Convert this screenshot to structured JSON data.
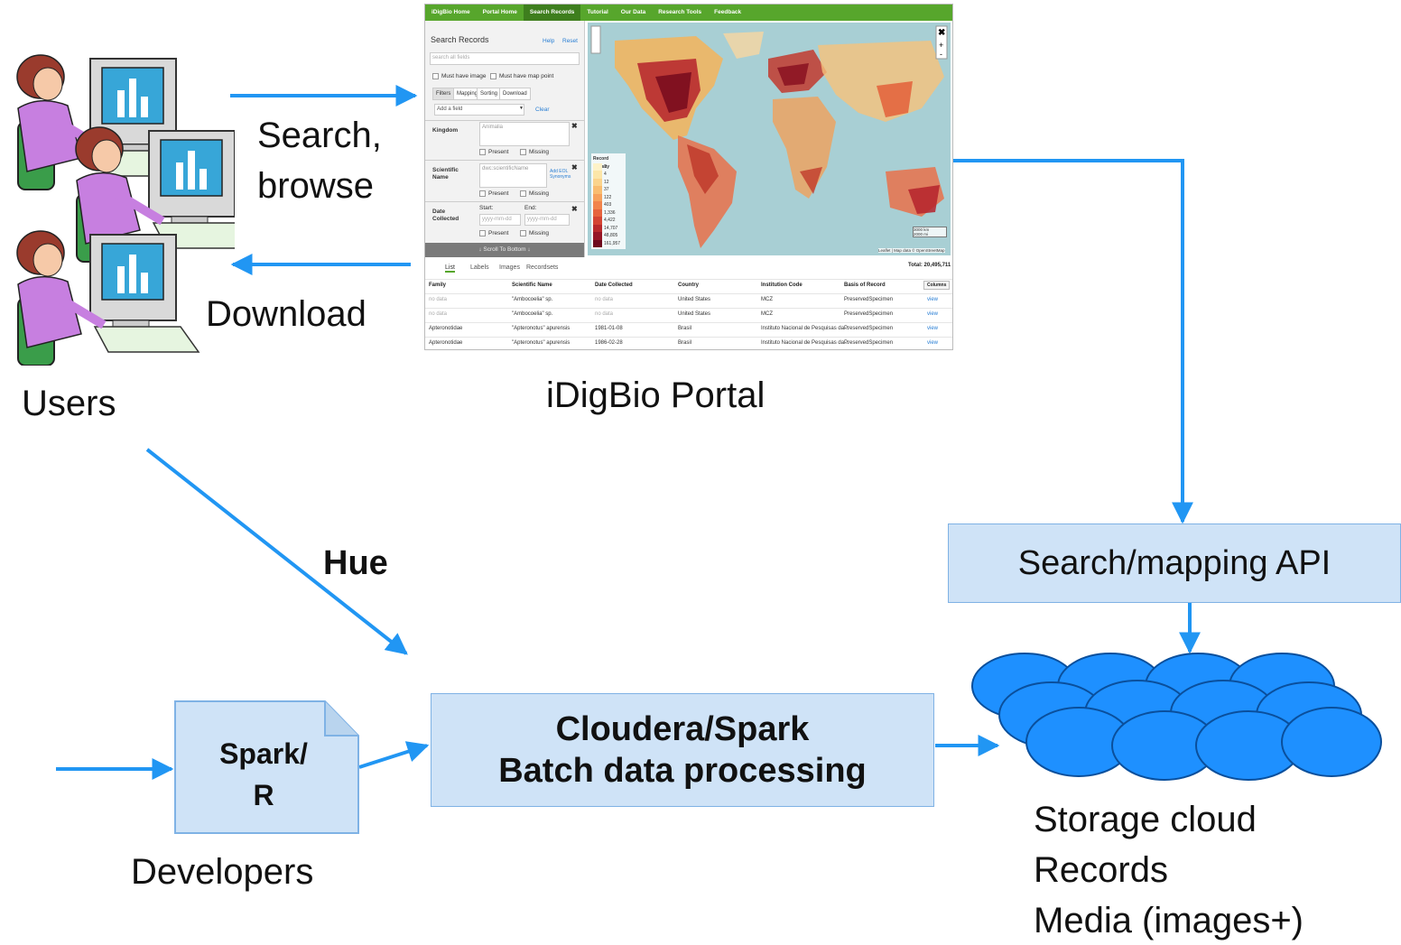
{
  "labels": {
    "search_browse_1": "Search,",
    "search_browse_2": "browse",
    "download": "Download",
    "users": "Users",
    "portal": "iDigBio Portal",
    "hue": "Hue",
    "developers": "Developers",
    "storage": [
      "Storage cloud",
      "Records",
      "Media (images+)"
    ]
  },
  "boxes": {
    "api": "Search/mapping API",
    "spark_r_1": "Spark/",
    "spark_r_2": "R",
    "cloudera_1": "Cloudera/Spark",
    "cloudera_2": "Batch data processing"
  },
  "colors": {
    "arrow": "#2196f3",
    "box_fill": "#cfe3f7",
    "box_border": "#7fb2e5",
    "cloud": "#1e90ff",
    "nav": "#57a62c"
  },
  "portal": {
    "nav": [
      "iDigBio Home",
      "Portal Home",
      "Search Records",
      "Tutorial",
      "Our Data",
      "Research Tools",
      "Feedback"
    ],
    "search_title": "Search Records",
    "help": "Help",
    "reset": "Reset",
    "search_placeholder": "search all fields",
    "must_have_image": "Must have image",
    "must_have_map_point": "Must have map point",
    "filter_tabs": [
      "Filters",
      "Mapping",
      "Sorting",
      "Download"
    ],
    "add_field": "Add a field",
    "clear": "Clear",
    "kingdom_label": "Kingdom",
    "kingdom_value": "Animalia",
    "present": "Present",
    "missing": "Missing",
    "sciname_label_1": "Scientific",
    "sciname_label_2": "Name",
    "sciname_placeholder": "dwc:scientificName",
    "add_eol_1": "Add   EOL",
    "add_eol_2": "Synonyms",
    "date_label_1": "Date",
    "date_label_2": "Collected",
    "start": "Start:",
    "end": "End:",
    "date_placeholder": "yyyy-mm-dd",
    "scroll": "↓ Scroll To Bottom ↓",
    "legend_title": "Record Density",
    "legend_values": [
      "1",
      "4",
      "12",
      "37",
      "122",
      "403",
      "1,336",
      "4,422",
      "14,707",
      "48,805",
      "161,957"
    ],
    "scale": [
      "3000 km",
      "2000 mi"
    ],
    "attribution": "Leaflet | Map data © OpenStreetMap",
    "result_tabs": [
      "List",
      "Labels",
      "Images",
      "Recordsets"
    ],
    "total": "Total: 20,495,711",
    "columns_btn": "Columns",
    "headers": [
      "Family",
      "Scientific Name",
      "Date Collected",
      "Country",
      "Institution Code",
      "Basis of Record"
    ],
    "rows": [
      [
        "no data",
        "\"Ambocoelia\" sp.",
        "no data",
        "United States",
        "MCZ",
        "PreservedSpecimen",
        "view"
      ],
      [
        "no data",
        "\"Ambocoelia\" sp.",
        "no data",
        "United States",
        "MCZ",
        "PreservedSpecimen",
        "view"
      ],
      [
        "Apteronotidae",
        "\"Apteronotus\" apurensis",
        "1981-01-08",
        "Brasil",
        "Instituto Nacional de Pesquisas da...",
        "PreservedSpecimen",
        "view"
      ],
      [
        "Apteronotidae",
        "\"Apteronotus\" apurensis",
        "1986-02-28",
        "Brasil",
        "Instituto Nacional de Pesquisas da...",
        "PreservedSpecimen",
        "view"
      ]
    ]
  }
}
